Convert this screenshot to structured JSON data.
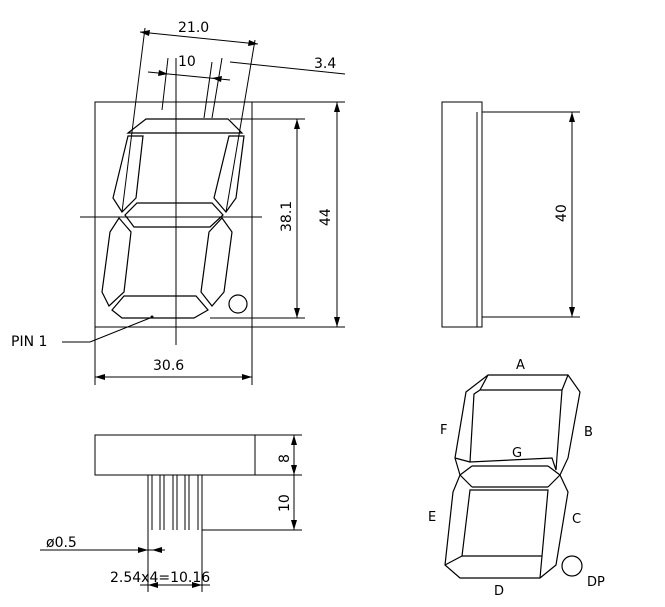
{
  "front_view": {
    "width_top": "21.0",
    "segment_width": "10",
    "slant_offset": "3.4",
    "digit_height": "38.1",
    "total_height": "44",
    "total_width": "30.6",
    "pin1_label": "PIN 1"
  },
  "side_view": {
    "height": "40"
  },
  "bottom_view": {
    "body_thickness": "8",
    "pin_length": "10",
    "pin_diameter": "ø0.5",
    "pin_pitch": "2.54x4=10.16"
  },
  "segment_map": {
    "a": "A",
    "b": "B",
    "c": "C",
    "d": "D",
    "e": "E",
    "f": "F",
    "g": "G",
    "dp": "DP"
  }
}
